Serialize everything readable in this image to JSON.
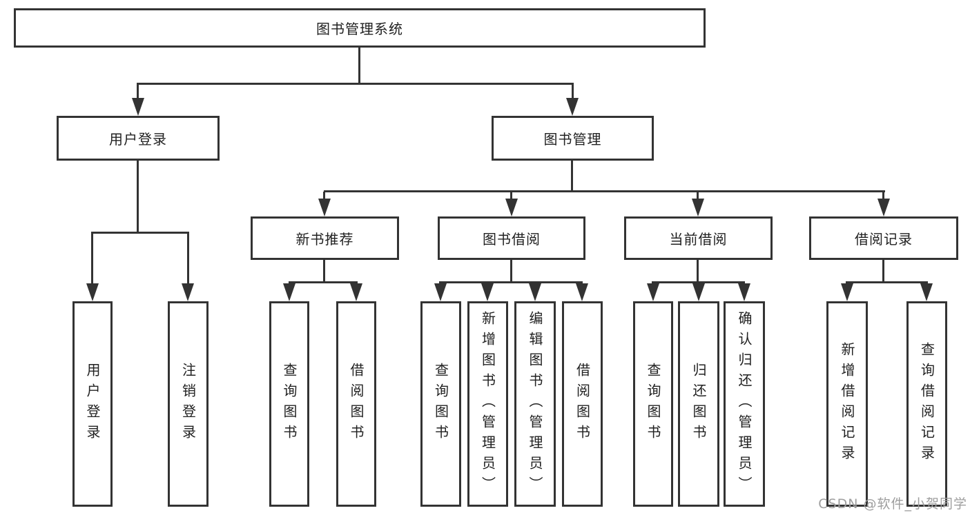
{
  "tree": {
    "label": "图书管理系统",
    "children": [
      {
        "label": "用户登录",
        "children": [
          {
            "label": "用户登录"
          },
          {
            "label": "注销登录"
          }
        ]
      },
      {
        "label": "图书管理",
        "children": [
          {
            "label": "新书推荐",
            "children": [
              {
                "label": "查询图书"
              },
              {
                "label": "借阅图书"
              }
            ]
          },
          {
            "label": "图书借阅",
            "children": [
              {
                "label": "查询图书"
              },
              {
                "label": "新增图书（管理员）"
              },
              {
                "label": "编辑图书（管理员）"
              },
              {
                "label": "借阅图书"
              }
            ]
          },
          {
            "label": "当前借阅",
            "children": [
              {
                "label": "查询图书"
              },
              {
                "label": "归还图书"
              },
              {
                "label": "确认归还（管理员）"
              }
            ]
          },
          {
            "label": "借阅记录",
            "children": [
              {
                "label": "新增借阅记录"
              },
              {
                "label": "查询借阅记录"
              }
            ]
          }
        ]
      }
    ]
  },
  "watermark": {
    "text": "CSDN @软件_小贺同学"
  },
  "colors": {
    "line": "#333333",
    "text": "#212121",
    "watermark": "#9e9e9e",
    "background": "#ffffff"
  }
}
